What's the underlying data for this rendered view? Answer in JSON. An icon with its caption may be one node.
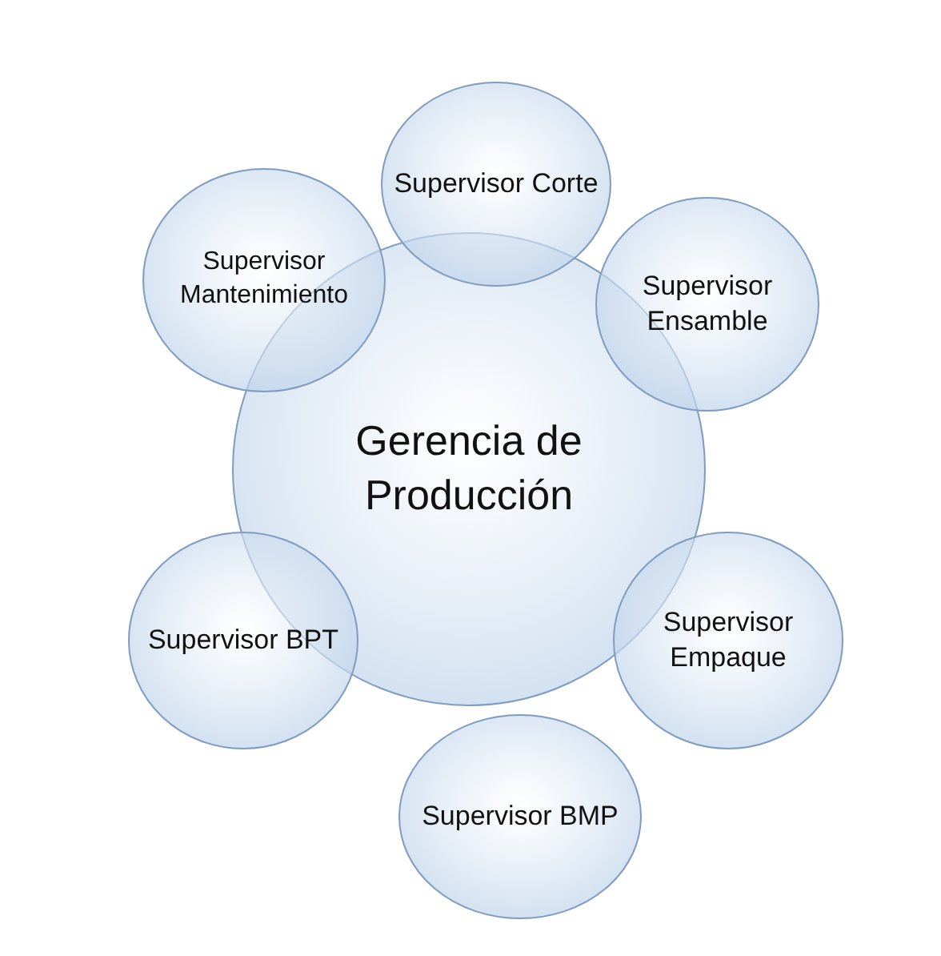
{
  "diagram": {
    "nodes": [
      {
        "text": [
          "Supervisor Corte"
        ]
      },
      {
        "text": [
          "Supervisor Mantenimiento"
        ]
      },
      {
        "text": [
          "Supervisor Ensamble"
        ]
      },
      {
        "text": [
          "Gerencia de Producción"
        ]
      },
      {
        "text": [
          "Supervisor BPT"
        ]
      },
      {
        "text": [
          "Supervisor Empaque"
        ]
      },
      {
        "text": [
          "Supervisor BMP"
        ]
      }
    ]
  }
}
